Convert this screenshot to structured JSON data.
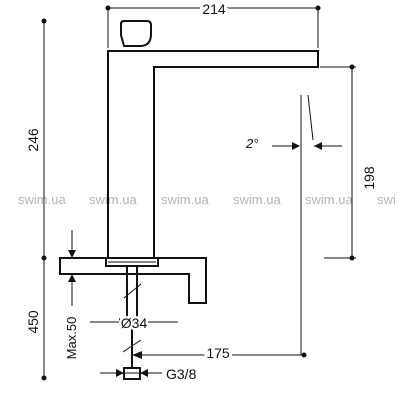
{
  "dimensions": {
    "width_top": "214",
    "height_total": "246",
    "spout_height": "198",
    "angle": "2°",
    "base_total": "450",
    "max_thickness": "Max.50",
    "hole_diameter": "Ø34",
    "spout_reach": "175",
    "connection": "G3/8"
  },
  "watermarks": [
    "swim.ua",
    "swim.ua",
    "swim.ua",
    "swim.ua",
    "swim.ua",
    "swi"
  ],
  "colors": {
    "line": "#111111",
    "watermark": "#b5b5b5",
    "background": "#ffffff"
  }
}
